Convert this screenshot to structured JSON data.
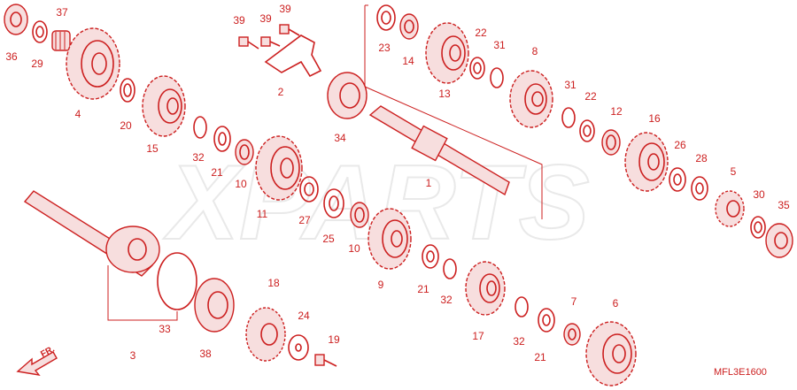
{
  "watermark": "XPARTS",
  "diagram_code": "MFL3E1600",
  "front_indicator": "FR.",
  "callouts": [
    {
      "id": "c36",
      "label": "36"
    },
    {
      "id": "c29",
      "label": "29"
    },
    {
      "id": "c37",
      "label": "37"
    },
    {
      "id": "c4",
      "label": "4"
    },
    {
      "id": "c20",
      "label": "20"
    },
    {
      "id": "c15",
      "label": "15"
    },
    {
      "id": "c32a",
      "label": "32"
    },
    {
      "id": "c21a",
      "label": "21"
    },
    {
      "id": "c10a",
      "label": "10"
    },
    {
      "id": "c11",
      "label": "11"
    },
    {
      "id": "c27",
      "label": "27"
    },
    {
      "id": "c25",
      "label": "25"
    },
    {
      "id": "c10b",
      "label": "10"
    },
    {
      "id": "c39a",
      "label": "39"
    },
    {
      "id": "c39b",
      "label": "39"
    },
    {
      "id": "c39c",
      "label": "39"
    },
    {
      "id": "c2",
      "label": "2"
    },
    {
      "id": "c34",
      "label": "34"
    },
    {
      "id": "c23",
      "label": "23"
    },
    {
      "id": "c14",
      "label": "14"
    },
    {
      "id": "c13",
      "label": "13"
    },
    {
      "id": "c22a",
      "label": "22"
    },
    {
      "id": "c31a",
      "label": "31"
    },
    {
      "id": "c8",
      "label": "8"
    },
    {
      "id": "c31b",
      "label": "31"
    },
    {
      "id": "c22b",
      "label": "22"
    },
    {
      "id": "c12",
      "label": "12"
    },
    {
      "id": "c16",
      "label": "16"
    },
    {
      "id": "c26",
      "label": "26"
    },
    {
      "id": "c28",
      "label": "28"
    },
    {
      "id": "c5",
      "label": "5"
    },
    {
      "id": "c30",
      "label": "30"
    },
    {
      "id": "c35",
      "label": "35"
    },
    {
      "id": "c1",
      "label": "1"
    },
    {
      "id": "c9",
      "label": "9"
    },
    {
      "id": "c21b",
      "label": "21"
    },
    {
      "id": "c32b",
      "label": "32"
    },
    {
      "id": "c17",
      "label": "17"
    },
    {
      "id": "c32c",
      "label": "32"
    },
    {
      "id": "c21c",
      "label": "21"
    },
    {
      "id": "c7",
      "label": "7"
    },
    {
      "id": "c6",
      "label": "6"
    },
    {
      "id": "c3",
      "label": "3"
    },
    {
      "id": "c33",
      "label": "33"
    },
    {
      "id": "c38",
      "label": "38"
    },
    {
      "id": "c18",
      "label": "18"
    },
    {
      "id": "c24",
      "label": "24"
    },
    {
      "id": "c19",
      "label": "19"
    }
  ]
}
